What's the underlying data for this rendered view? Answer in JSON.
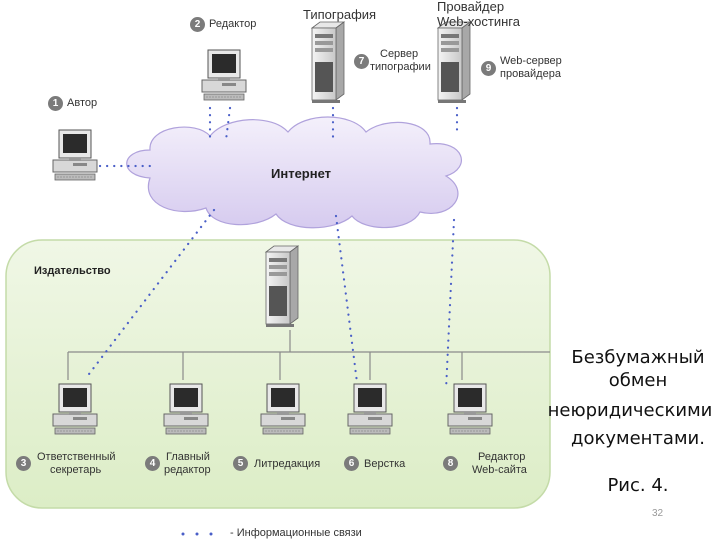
{
  "nodes": {
    "author": {
      "num": "1",
      "label": "Автор"
    },
    "editor": {
      "num": "2",
      "label": "Редактор"
    },
    "print_house": {
      "title": "Типография"
    },
    "print_server": {
      "num": "7",
      "label_line1": "Сервер",
      "label_line2": "типографии"
    },
    "provider": {
      "title_line1": "Провайдер",
      "title_line2": "Web-хостинга"
    },
    "web_server": {
      "num": "9",
      "label_line1": "Web-сервер",
      "label_line2": "провайдера"
    },
    "internet": {
      "label": "Интернет"
    },
    "publisher": {
      "label": "Издательство"
    },
    "resp_secretary": {
      "num": "3",
      "label_line1": "Ответственный",
      "label_line2": "секретарь"
    },
    "chief_editor": {
      "num": "4",
      "label_line1": "Главный",
      "label_line2": "редактор"
    },
    "lit_edit": {
      "num": "5",
      "label": "Литредакция"
    },
    "layout": {
      "num": "6",
      "label": "Верстка"
    },
    "web_editor": {
      "num": "8",
      "label_line1": "Редактор",
      "label_line2": "Web-сайта"
    }
  },
  "legend": {
    "label": "- Информационные связи"
  },
  "caption": {
    "line1": "Безбумажный",
    "line2": "обмен",
    "line3": "неюридическими",
    "line4": "документами.",
    "fig": "Рис. 4."
  },
  "page_number": "32",
  "colors": {
    "cloud_fill": "#e4dcf4",
    "cloud_stroke": "#b0a2dc",
    "publisher_fill": "#e6f2d4",
    "publisher_stroke": "#c4dba8",
    "dotted_link": "#4a5fc8",
    "network_line": "#888888",
    "badge": "#7b7b7b"
  }
}
